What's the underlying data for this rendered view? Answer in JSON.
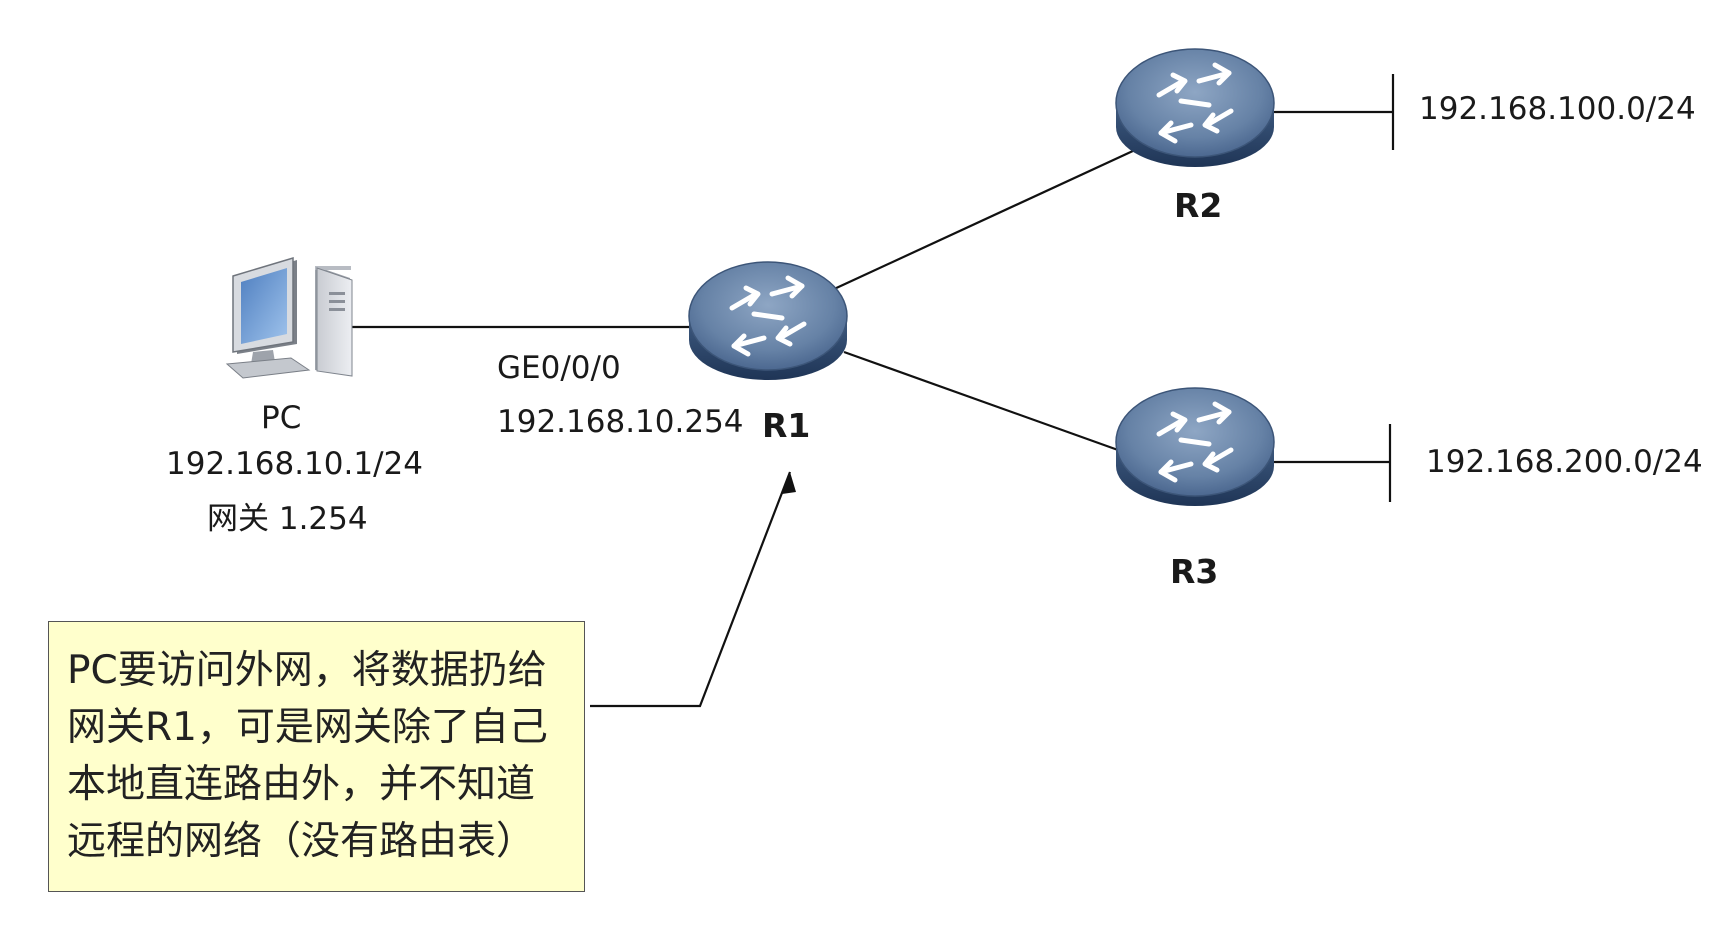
{
  "pc": {
    "name": "PC",
    "ip": "192.168.10.1/24",
    "gateway": "网关 1.254"
  },
  "r1": {
    "name": "R1",
    "interface": "GE0/0/0",
    "ip": "192.168.10.254"
  },
  "r2": {
    "name": "R2",
    "network": "192.168.100.0/24"
  },
  "r3": {
    "name": "R3",
    "network": "192.168.200.0/24"
  },
  "note": {
    "lines": [
      "PC要访问外网，将数据扔给",
      "网关R1，可是网关除了自己",
      "本地直连路由外，并不知道",
      "远程的网络（没有路由表）"
    ]
  },
  "colors": {
    "router_top": "#6d88a8",
    "router_side": "#2e4668",
    "note_bg": "#ffffcc",
    "line": "#111111"
  }
}
